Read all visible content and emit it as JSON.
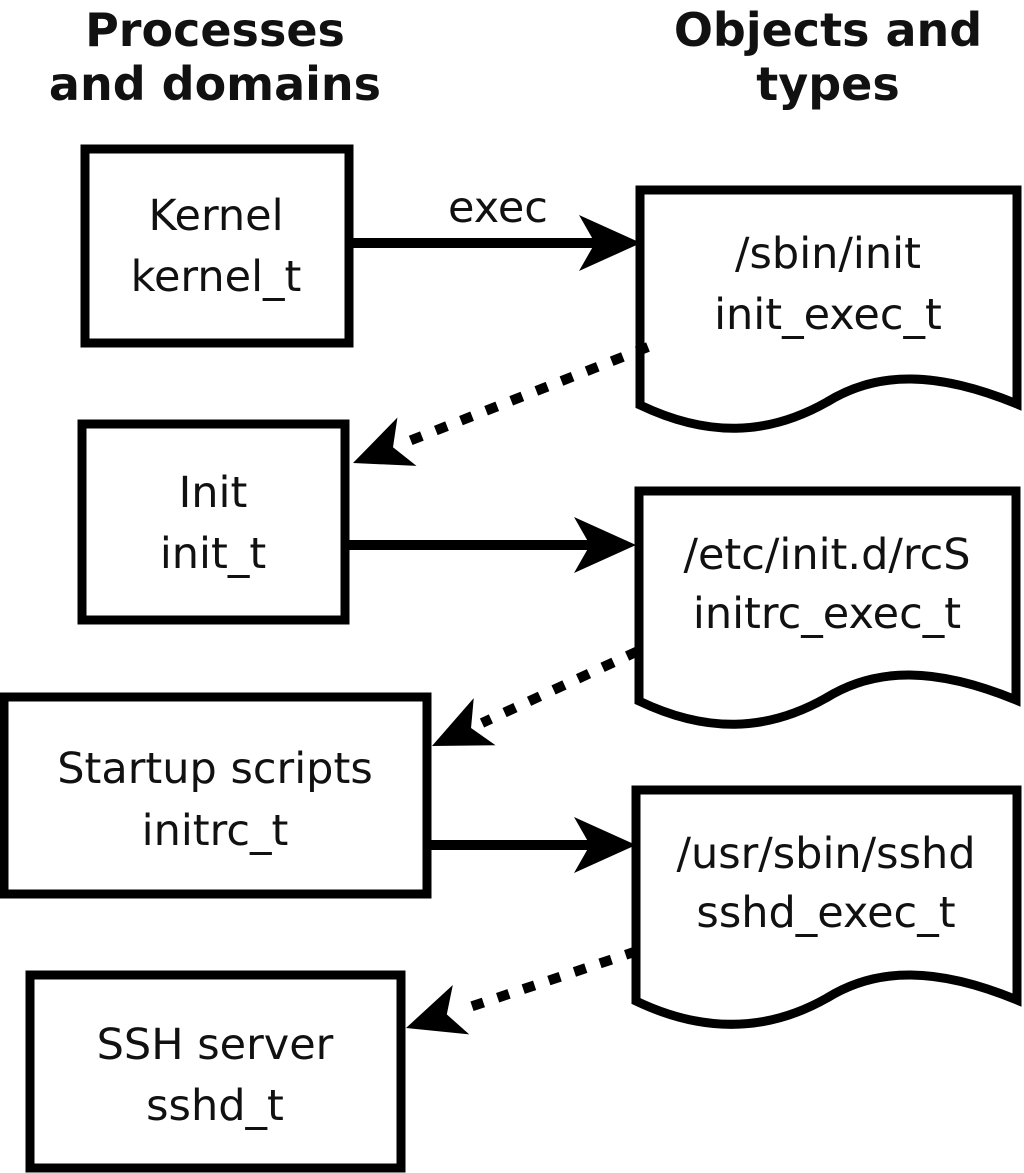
{
  "diagram": {
    "title_implied": "SELinux domain transitions at boot",
    "colors": {
      "ink": "#000000",
      "background": "#ffffff"
    },
    "headers": {
      "left": {
        "line1": "Processes",
        "line2": "and domains"
      },
      "right": {
        "line1": "Objects and",
        "line2": "types"
      }
    },
    "processes": [
      {
        "name": "Kernel",
        "domain": "kernel_t"
      },
      {
        "name": "Init",
        "domain": "init_t"
      },
      {
        "name": "Startup scripts",
        "domain": "initrc_t"
      },
      {
        "name": "SSH server",
        "domain": "sshd_t"
      }
    ],
    "objects": [
      {
        "path": "/sbin/init",
        "type": "init_exec_t"
      },
      {
        "path": "/etc/init.d/rcS",
        "type": "initrc_exec_t"
      },
      {
        "path": "/usr/sbin/sshd",
        "type": "sshd_exec_t"
      }
    ],
    "edges": {
      "exec_label": "exec",
      "solid": [
        {
          "from": "kernel_t",
          "to": "init_exec_t",
          "label": "exec"
        },
        {
          "from": "init_t",
          "to": "initrc_exec_t",
          "label": ""
        },
        {
          "from": "initrc_t",
          "to": "sshd_exec_t",
          "label": ""
        }
      ],
      "dotted": [
        {
          "from": "init_exec_t",
          "to": "init_t"
        },
        {
          "from": "initrc_exec_t",
          "to": "initrc_t"
        },
        {
          "from": "sshd_exec_t",
          "to": "sshd_t"
        }
      ]
    }
  }
}
